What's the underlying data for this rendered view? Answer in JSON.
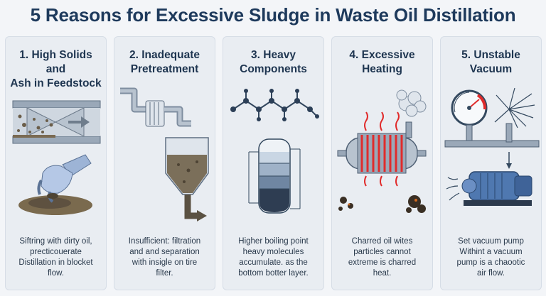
{
  "title": "5 Reasons for Excessive Sludge in Waste Oil Distillation",
  "cards": [
    {
      "title_line1": "1. High Solids and",
      "title_line2": "Ash in Feedstock",
      "text_lines": [
        "Siftring with dirty oil,",
        "precticouerate",
        "Distillation in blocket",
        "flow."
      ],
      "icons": [
        "clogged-pipe-icon",
        "gloved-hand-icon"
      ]
    },
    {
      "title_line1": "2. Inadequate",
      "title_line2": "Pretreatment",
      "text_lines": [
        "Insufficient: filtration",
        "and and separation",
        "with insigle on tire",
        "filter."
      ],
      "icons": [
        "filter-pipe-icon",
        "settling-tank-icon"
      ]
    },
    {
      "title_line1": "3. Heavy",
      "title_line2": "Components",
      "text_lines": [
        "Higher boiling point",
        "heavy molecules",
        "accumulate. as the",
        "bottom botter layer."
      ],
      "icons": [
        "molecule-chain-icon",
        "distillation-column-icon"
      ]
    },
    {
      "title_line1": "4. Excessive",
      "title_line2": "Heating",
      "text_lines": [
        "Charred oil wites",
        "particles cannot",
        "extreme is charred",
        "heat."
      ],
      "icons": [
        "heat-exchanger-icon",
        "smoke-icon"
      ]
    },
    {
      "title_line1": "5. Unstable",
      "title_line2": "Vacuum",
      "text_lines": [
        "Set vacuum pump",
        "Withint a vacuum",
        "pump is a chaootic",
        "air flow."
      ],
      "icons": [
        "pressure-gauge-icon",
        "vacuum-pump-icon"
      ]
    }
  ],
  "colors": {
    "title": "#1e3a5c",
    "card_bg": "#e9edf2",
    "pipe": "#9aa8b8",
    "sludge": "#6b5e4a",
    "heat": "#e02b2b",
    "accent": "#3b6fa5"
  }
}
